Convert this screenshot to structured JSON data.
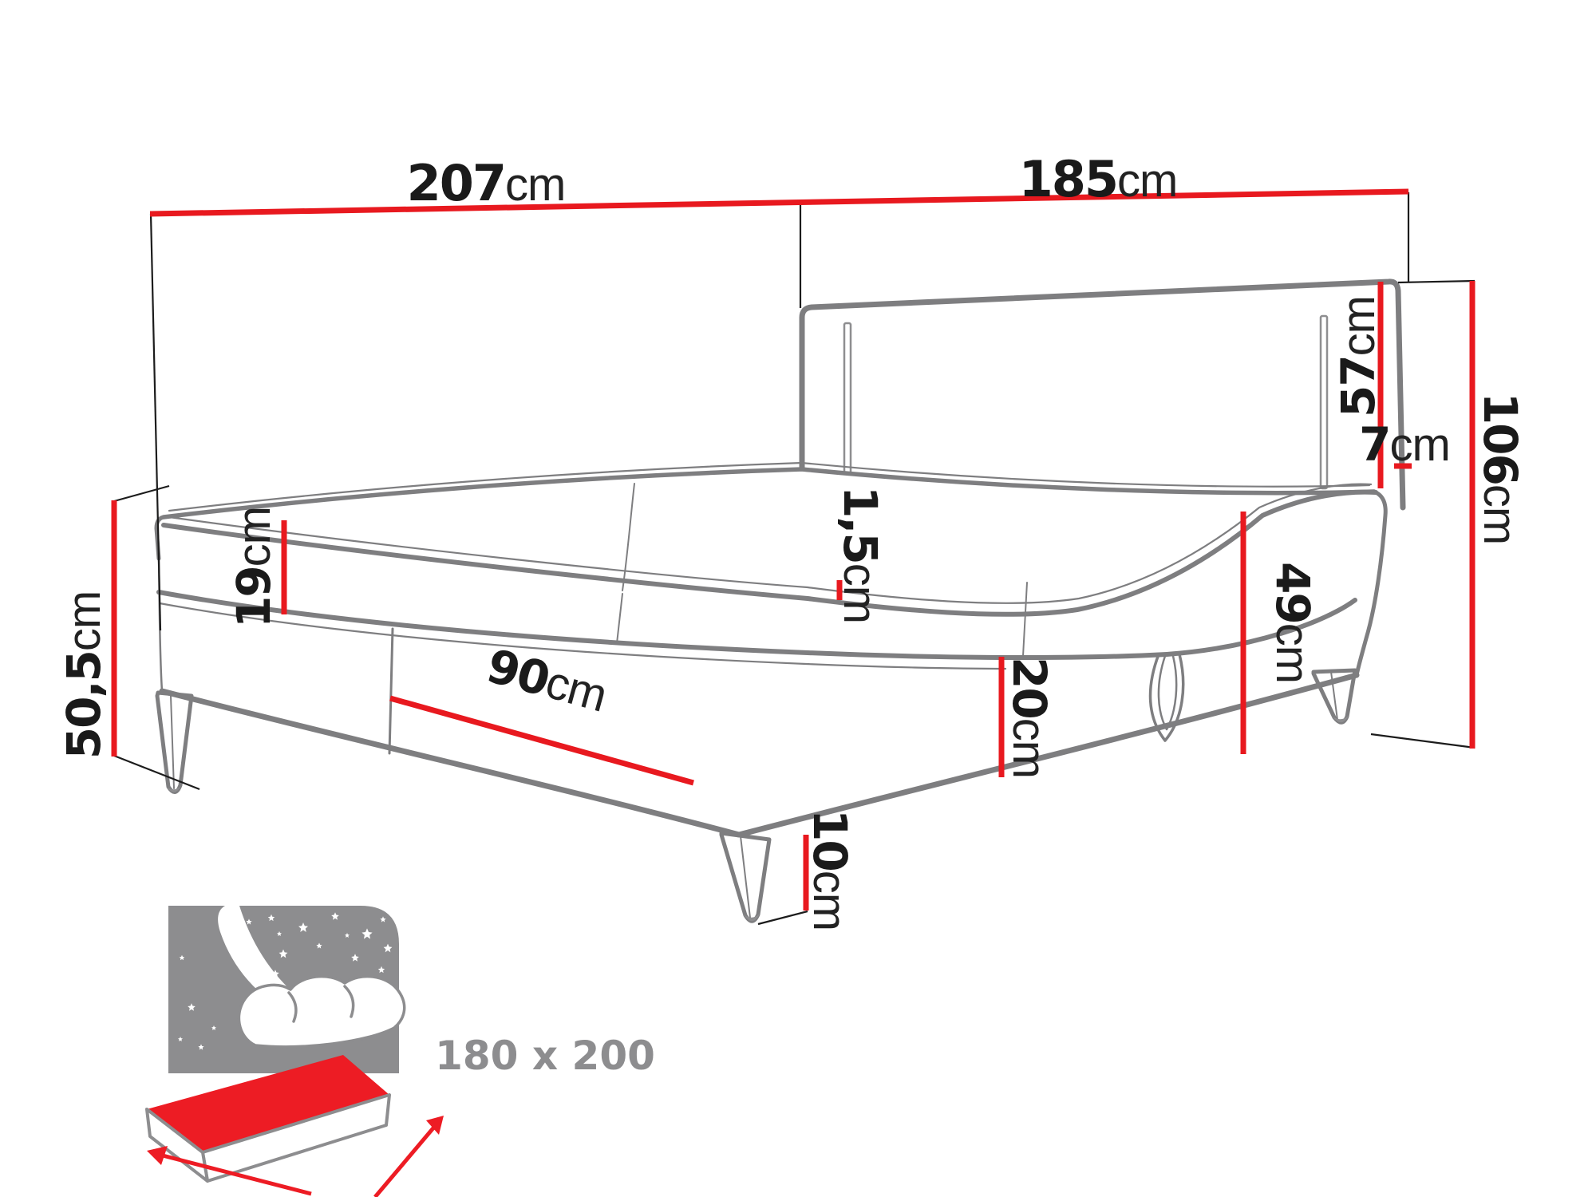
{
  "diagram": {
    "type": "furniture-dimension-diagram",
    "subject": "boxspring bed technical line drawing with dimensions",
    "colors": {
      "dimension_line_red": "#e8191f",
      "drawing_outline_gray": "#7e7e80",
      "label_text_black": "#1a1a1a",
      "icon_gray": "#8d8d8f",
      "icon_red": "#ed1c24",
      "background": "#ffffff"
    },
    "dimensions": {
      "bed_length": {
        "num": "207",
        "unit": "cm"
      },
      "headboard_width": {
        "num": "185",
        "unit": "cm"
      },
      "headboard_height": {
        "num": "57",
        "unit": "cm"
      },
      "headboard_thickness": {
        "num": "7",
        "unit": "cm"
      },
      "total_height": {
        "num": "106",
        "unit": "cm"
      },
      "side_height": {
        "num": "50,5",
        "unit": "cm"
      },
      "mattress_height": {
        "num": "19",
        "unit": "cm"
      },
      "topper_lip": {
        "num": "1,5",
        "unit": "cm"
      },
      "base_band_height": {
        "num": "20",
        "unit": "cm"
      },
      "base_height": {
        "num": "49",
        "unit": "cm"
      },
      "storage_flap_width": {
        "num": "90",
        "unit": "cm"
      },
      "leg_height": {
        "num": "10",
        "unit": "cm"
      }
    },
    "size_badge": {
      "label": "180 x 200"
    }
  }
}
